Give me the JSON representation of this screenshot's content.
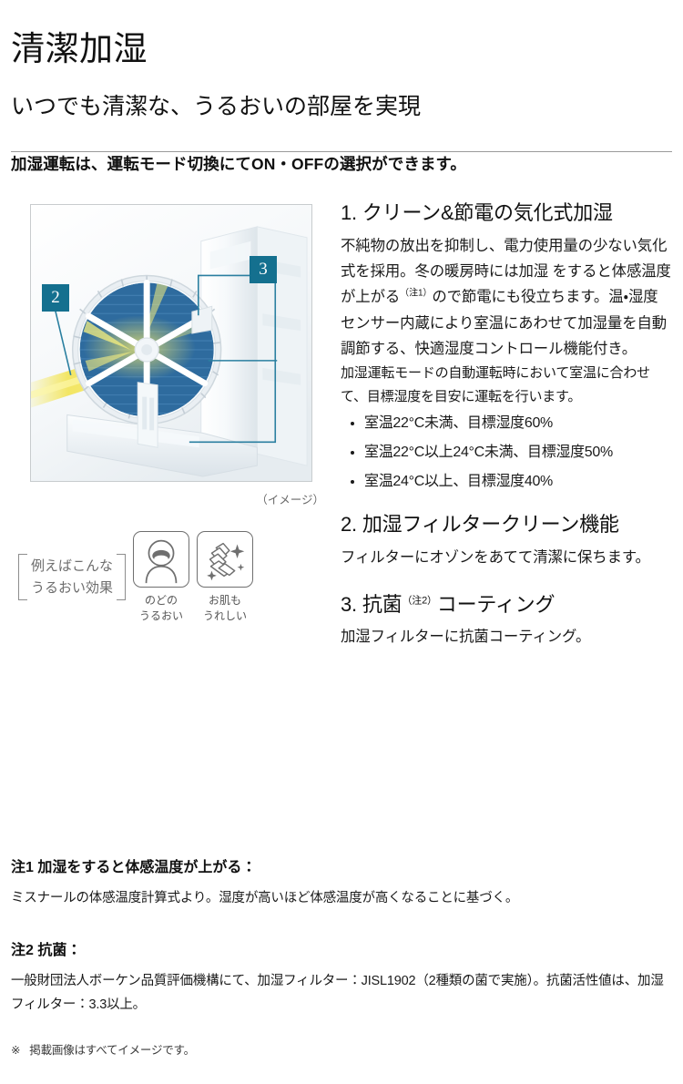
{
  "header": {
    "title": "清潔加湿",
    "subtitle": "いつでも清潔な、うるおいの部屋を実現",
    "lead": "加湿運転は、運転モード切換にてON・OFFの選択ができます。"
  },
  "figure": {
    "badge_2": "2",
    "badge_3": "3",
    "caption": "（イメージ）",
    "alt_name": "humidifier-filter-wheel-photo",
    "colors": {
      "badge_bg": "#14708f",
      "filter_blue": "#2e6b9e",
      "airflow_yellow": "#f2e14b",
      "body_white": "#eef2f5"
    }
  },
  "effects": {
    "label": "例えばこんな\nうるおい効果",
    "items": [
      {
        "icon": "throat-moisture-icon",
        "caption": "のどの\nうるおい"
      },
      {
        "icon": "skin-moisture-hands-icon",
        "caption": "お肌も\nうれしい"
      }
    ]
  },
  "sections": [
    {
      "heading": "1. クリーン&節電の気化式加湿",
      "body_pre": "不純物の放出を抑制し、電力使用量の少ない気化式を採用。冬の暖房時には加湿 をすると体感温度が上がる",
      "body_sup": "（注1）",
      "body_post": "ので節電にも役立ちます。温・湿度センサー内蔵により室温にあわせて加湿量を自動調節する、快適湿度コントロール機能付き。",
      "sub_body": "加湿運転モードの自動運転時において室温に合わせて、目標湿度を目安に運転を行います。",
      "bullets": [
        "室温22°C未満、目標湿度60%",
        "室温22°C以上24°C未満、目標湿度50%",
        "室温24°C以上、目標湿度40%"
      ]
    },
    {
      "heading": "2. 加湿フィルタークリーン機能",
      "body": "フィルターにオゾンをあてて清潔に保ちます。"
    },
    {
      "heading_pre": "3. 抗菌",
      "heading_sup": "（注2）",
      "heading_post": "コーティング",
      "body": "加湿フィルターに抗菌コーティング。"
    }
  ],
  "notes": {
    "note1_head": "注1 加湿をすると体感温度が上がる：",
    "note1_body": "ミスナールの体感温度計算式より。湿度が高いほど体感温度が高くなることに基づく。",
    "note2_head": "注2 抗菌：",
    "note2_body": "一般財団法人ボーケン品質評価機構にて、加湿フィルター：JISL1902（2種類の菌で実施）。抗菌活性値は、加湿フィルター：3.3以上。",
    "disclaimer_mark": "※",
    "disclaimer": "掲載画像はすべてイメージです。"
  }
}
